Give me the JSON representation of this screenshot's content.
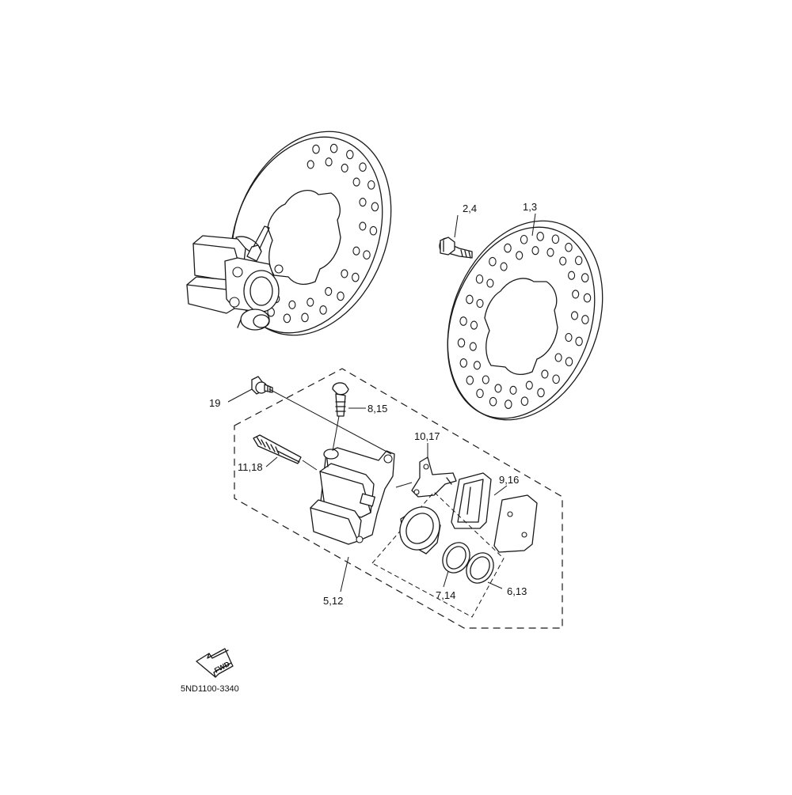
{
  "diagram_code": "5ND1100-3340",
  "fwd_label": "FWD",
  "callouts": [
    {
      "id": "c-2-4",
      "text": "2,4"
    },
    {
      "id": "c-1-3",
      "text": "1,3"
    },
    {
      "id": "c-19",
      "text": "19"
    },
    {
      "id": "c-8-15",
      "text": "8,15"
    },
    {
      "id": "c-10-17",
      "text": "10,17"
    },
    {
      "id": "c-11-18",
      "text": "11,18"
    },
    {
      "id": "c-9-16",
      "text": "9,16"
    },
    {
      "id": "c-5-12",
      "text": "5,12"
    },
    {
      "id": "c-7-14",
      "text": "7,14"
    },
    {
      "id": "c-6-13",
      "text": "6,13"
    }
  ]
}
